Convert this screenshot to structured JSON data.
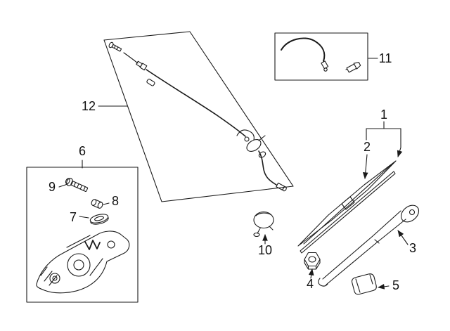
{
  "diagram": {
    "kind": "exploded-parts-diagram",
    "callouts": [
      "1",
      "2",
      "3",
      "4",
      "5",
      "6",
      "7",
      "8",
      "9",
      "10",
      "11",
      "12"
    ],
    "colors": {
      "background": "#ffffff",
      "line": "#1a1a1a",
      "label": "#111111"
    }
  }
}
